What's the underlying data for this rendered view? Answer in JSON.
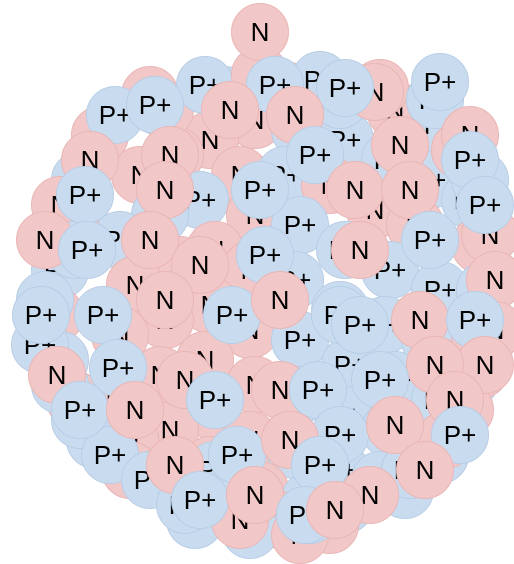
{
  "nucleus": {
    "proton": {
      "label": "P+",
      "fill": "#c9dcef",
      "stroke": "#b8cde6"
    },
    "neutron": {
      "label": "N",
      "fill": "#f2c7c7",
      "stroke": "#e9b6b6"
    },
    "visible_particles": [
      {
        "kind": "neutron"
      },
      {
        "kind": "proton"
      },
      {
        "kind": "neutron"
      },
      {
        "kind": "proton"
      },
      {
        "kind": "neutron"
      },
      {
        "kind": "proton"
      },
      {
        "kind": "neutron"
      },
      {
        "kind": "proton"
      },
      {
        "kind": "neutron"
      },
      {
        "kind": "proton"
      },
      {
        "kind": "neutron"
      },
      {
        "kind": "proton"
      },
      {
        "kind": "neutron"
      },
      {
        "kind": "proton"
      },
      {
        "kind": "neutron"
      },
      {
        "kind": "proton"
      },
      {
        "kind": "neutron"
      },
      {
        "kind": "proton"
      },
      {
        "kind": "neutron"
      },
      {
        "kind": "proton"
      },
      {
        "kind": "neutron"
      },
      {
        "kind": "proton"
      },
      {
        "kind": "neutron"
      },
      {
        "kind": "proton"
      },
      {
        "kind": "neutron"
      },
      {
        "kind": "proton"
      },
      {
        "kind": "neutron"
      },
      {
        "kind": "proton"
      },
      {
        "kind": "neutron"
      },
      {
        "kind": "proton"
      },
      {
        "kind": "neutron"
      },
      {
        "kind": "proton"
      },
      {
        "kind": "neutron"
      },
      {
        "kind": "proton"
      },
      {
        "kind": "neutron"
      },
      {
        "kind": "proton"
      },
      {
        "kind": "neutron"
      },
      {
        "kind": "proton"
      },
      {
        "kind": "neutron"
      },
      {
        "kind": "proton"
      },
      {
        "kind": "neutron"
      },
      {
        "kind": "proton"
      },
      {
        "kind": "neutron"
      },
      {
        "kind": "proton"
      },
      {
        "kind": "neutron"
      },
      {
        "kind": "proton"
      },
      {
        "kind": "neutron"
      },
      {
        "kind": "proton"
      },
      {
        "kind": "neutron"
      },
      {
        "kind": "proton"
      },
      {
        "kind": "neutron"
      },
      {
        "kind": "proton"
      },
      {
        "kind": "neutron"
      },
      {
        "kind": "proton"
      },
      {
        "kind": "neutron"
      },
      {
        "kind": "proton"
      },
      {
        "kind": "neutron"
      },
      {
        "kind": "proton"
      },
      {
        "kind": "neutron"
      },
      {
        "kind": "proton"
      },
      {
        "kind": "neutron"
      },
      {
        "kind": "proton"
      },
      {
        "kind": "neutron"
      },
      {
        "kind": "proton"
      },
      {
        "kind": "neutron"
      },
      {
        "kind": "proton"
      },
      {
        "kind": "neutron"
      },
      {
        "kind": "proton"
      },
      {
        "kind": "neutron"
      },
      {
        "kind": "proton"
      },
      {
        "kind": "neutron"
      },
      {
        "kind": "proton"
      },
      {
        "kind": "neutron"
      },
      {
        "kind": "proton"
      },
      {
        "kind": "neutron"
      },
      {
        "kind": "proton"
      },
      {
        "kind": "neutron"
      },
      {
        "kind": "proton"
      },
      {
        "kind": "neutron"
      },
      {
        "kind": "proton"
      },
      {
        "kind": "neutron"
      },
      {
        "kind": "proton"
      },
      {
        "kind": "neutron"
      },
      {
        "kind": "proton"
      },
      {
        "kind": "neutron"
      },
      {
        "kind": "proton"
      },
      {
        "kind": "neutron"
      },
      {
        "kind": "proton"
      },
      {
        "kind": "neutron"
      },
      {
        "kind": "proton"
      },
      {
        "kind": "neutron"
      },
      {
        "kind": "proton"
      },
      {
        "kind": "neutron"
      },
      {
        "kind": "proton"
      },
      {
        "kind": "neutron"
      },
      {
        "kind": "proton"
      },
      {
        "kind": "neutron"
      },
      {
        "kind": "proton"
      },
      {
        "kind": "neutron"
      },
      {
        "kind": "proton"
      },
      {
        "kind": "neutron"
      },
      {
        "kind": "proton"
      },
      {
        "kind": "neutron"
      },
      {
        "kind": "proton"
      },
      {
        "kind": "neutron"
      },
      {
        "kind": "proton"
      },
      {
        "kind": "neutron"
      },
      {
        "kind": "proton"
      },
      {
        "kind": "neutron"
      },
      {
        "kind": "proton"
      },
      {
        "kind": "neutron"
      },
      {
        "kind": "proton"
      },
      {
        "kind": "proton"
      },
      {
        "kind": "proton"
      },
      {
        "kind": "neutron"
      },
      {
        "kind": "neutron"
      },
      {
        "kind": "proton"
      },
      {
        "kind": "neutron"
      },
      {
        "kind": "proton"
      },
      {
        "kind": "neutron"
      },
      {
        "kind": "proton"
      },
      {
        "kind": "neutron"
      },
      {
        "kind": "proton"
      },
      {
        "kind": "neutron"
      },
      {
        "kind": "proton"
      },
      {
        "kind": "neutron"
      },
      {
        "kind": "proton"
      },
      {
        "kind": "proton"
      },
      {
        "kind": "neutron"
      },
      {
        "kind": "proton"
      },
      {
        "kind": "neutron"
      },
      {
        "kind": "neutron"
      },
      {
        "kind": "proton"
      },
      {
        "kind": "neutron"
      },
      {
        "kind": "proton"
      },
      {
        "kind": "neutron"
      },
      {
        "kind": "proton"
      },
      {
        "kind": "neutron"
      },
      {
        "kind": "proton"
      },
      {
        "kind": "neutron"
      },
      {
        "kind": "proton"
      },
      {
        "kind": "neutron"
      },
      {
        "kind": "proton"
      },
      {
        "kind": "proton"
      },
      {
        "kind": "neutron"
      },
      {
        "kind": "proton"
      },
      {
        "kind": "neutron"
      },
      {
        "kind": "proton"
      },
      {
        "kind": "proton"
      },
      {
        "kind": "neutron"
      },
      {
        "kind": "proton"
      },
      {
        "kind": "neutron"
      }
    ]
  }
}
